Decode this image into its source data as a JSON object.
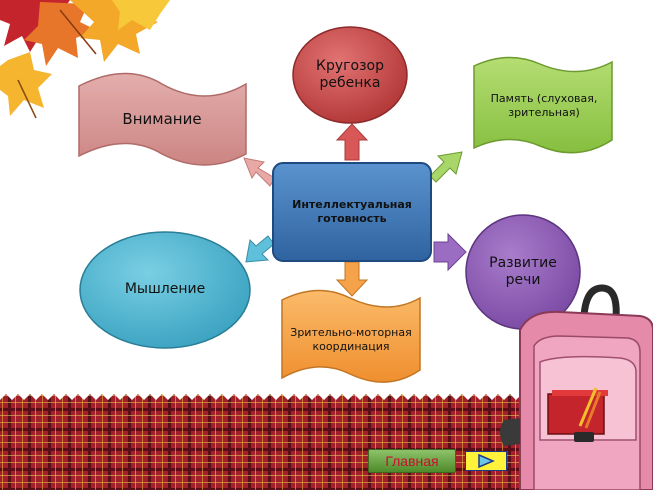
{
  "diagram": {
    "center": "Интеллектуальная готовность",
    "nodes": {
      "attention": "Внимание",
      "outlook": "Кругозор ребенка",
      "memory": "Память (слуховая, зрительная)",
      "thinking": "Мышление",
      "speech": "Развитие речи",
      "coordination": "Зрительно-моторная координация"
    }
  },
  "nav": {
    "home_label": "Главная",
    "next_icon": "play-triangle-icon"
  },
  "colors": {
    "attention": "#d89a98",
    "outlook": "#c94a4a",
    "memory": "#9ccf54",
    "center": "#3f79b8",
    "thinking": "#4fb3cf",
    "speech": "#8f5fb8",
    "coordination": "#f6a24a",
    "fence": "#a3202a"
  }
}
